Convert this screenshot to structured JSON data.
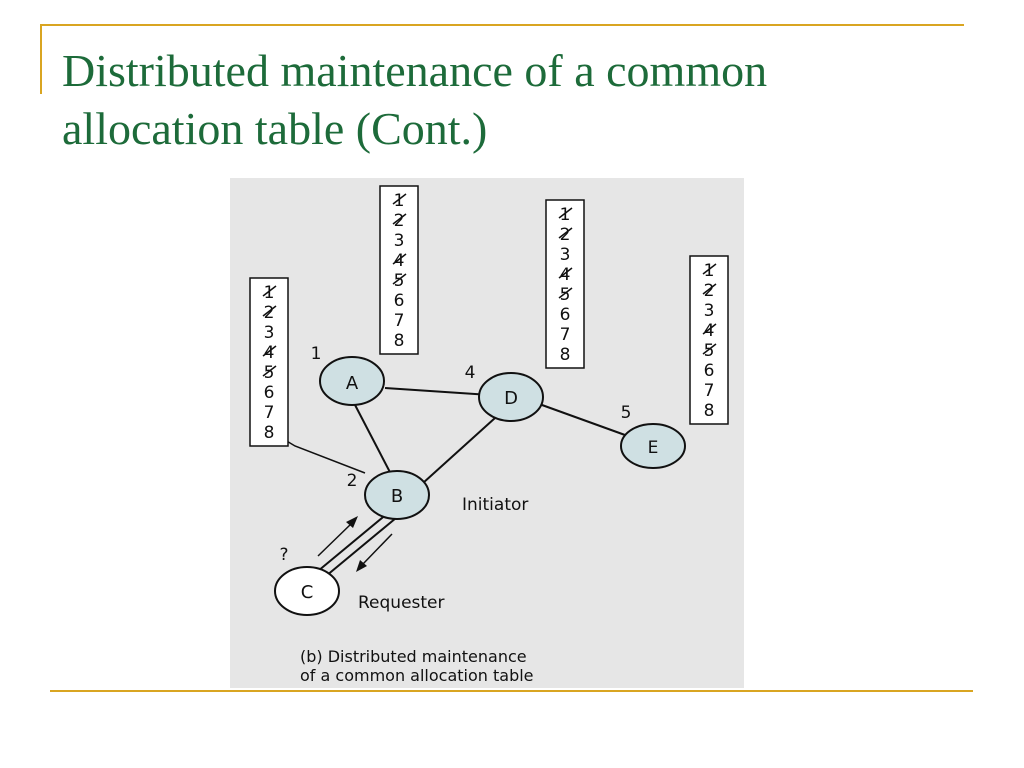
{
  "slide": {
    "title_line1": "Distributed maintenance of a common",
    "title_line2": "allocation table (Cont.)"
  },
  "diagram": {
    "nodes": {
      "A": {
        "label": "A",
        "number": "1"
      },
      "B": {
        "label": "B",
        "number": "2"
      },
      "C": {
        "label": "C",
        "number": "?"
      },
      "D": {
        "label": "D",
        "number": "4"
      },
      "E": {
        "label": "E",
        "number": "5"
      }
    },
    "table_entries": [
      "1",
      "2",
      "3",
      "4",
      "5",
      "6",
      "7",
      "8"
    ],
    "initiator_label": "Initiator",
    "requester_label": "Requester",
    "caption_line1": "(b) Distributed maintenance",
    "caption_line2": "of a common allocation table"
  },
  "colors": {
    "title": "#1d6b3a",
    "rule": "#d9a521",
    "figure_bg": "#e6e6e6",
    "node_fill": "#cfe0e3",
    "requester_fill": "#ffffff"
  }
}
